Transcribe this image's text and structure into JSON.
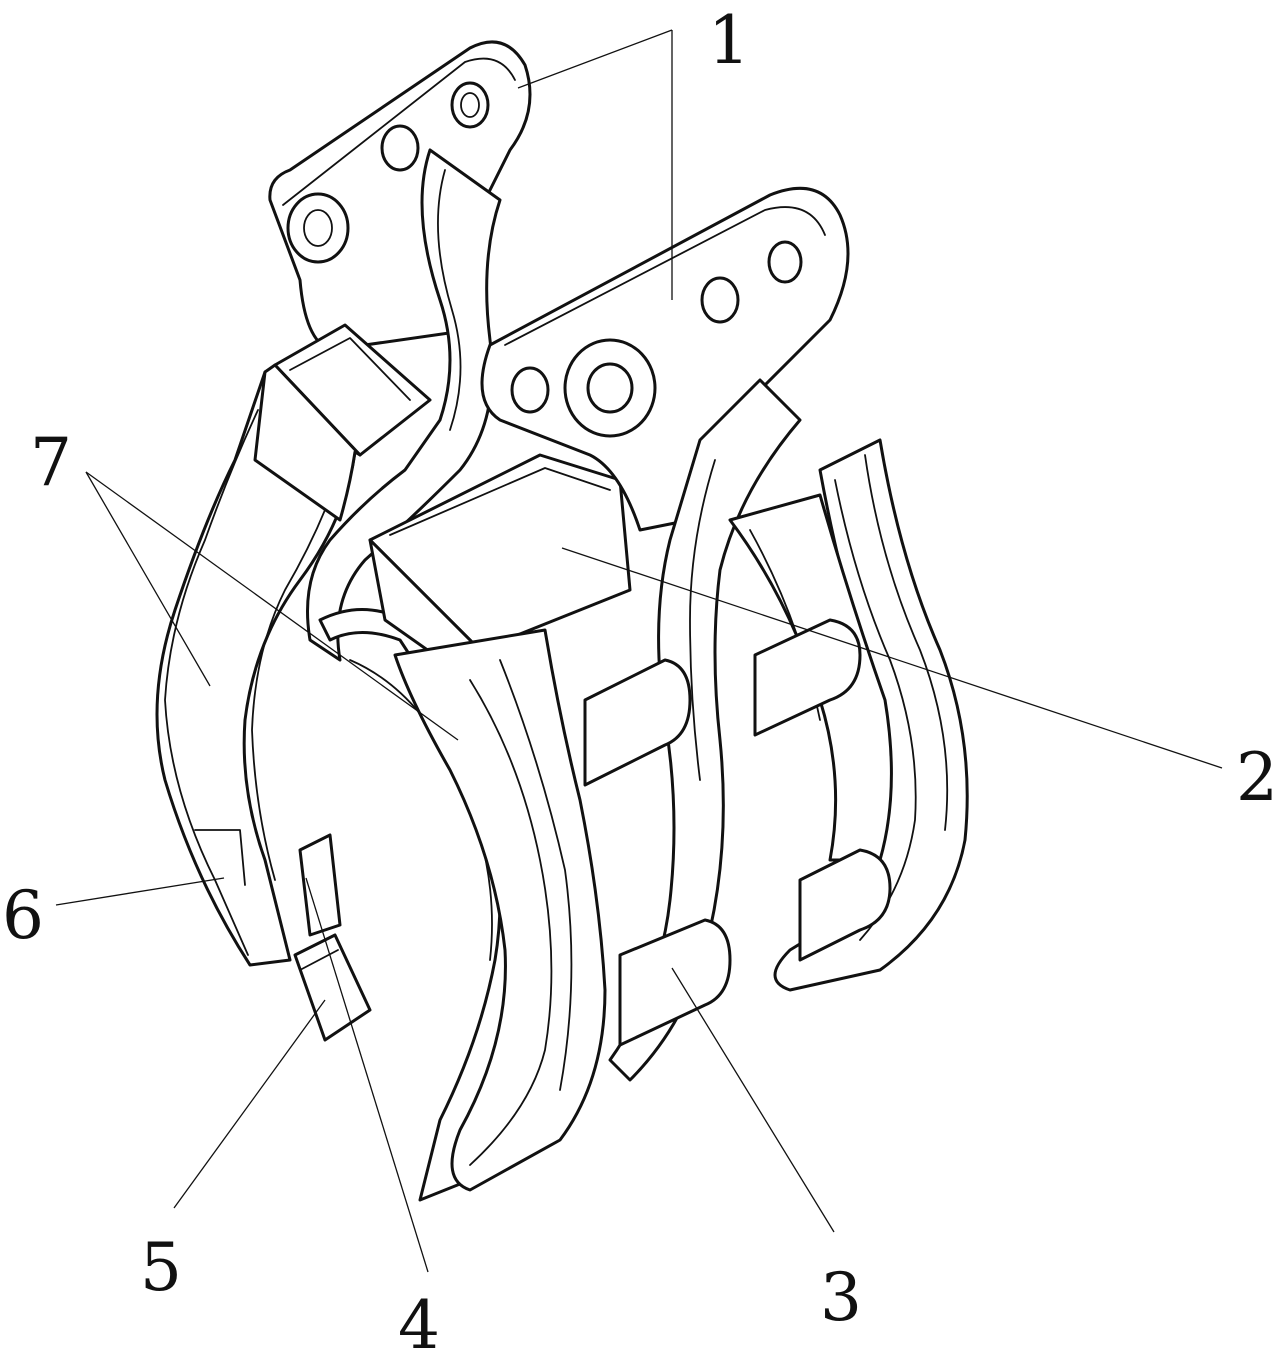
{
  "figure": {
    "labels": [
      {
        "id": "1",
        "text": "1"
      },
      {
        "id": "2",
        "text": "2"
      },
      {
        "id": "3",
        "text": "3"
      },
      {
        "id": "4",
        "text": "4"
      },
      {
        "id": "5",
        "text": "5"
      },
      {
        "id": "6",
        "text": "6"
      },
      {
        "id": "7",
        "text": "7"
      }
    ]
  }
}
